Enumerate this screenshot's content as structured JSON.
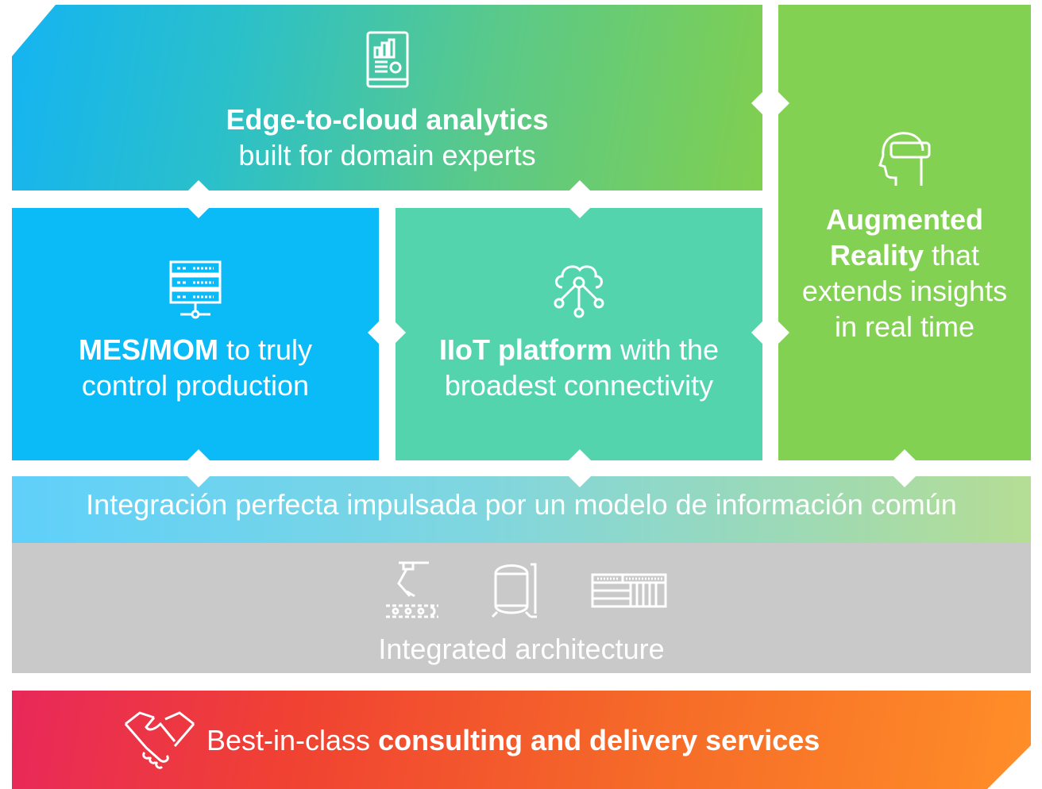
{
  "edge": {
    "title": "Edge-to-cloud analytics",
    "subtitle": "built for domain experts",
    "icon": "tablet-analytics-icon"
  },
  "mes": {
    "title": "MES/MOM",
    "rest": " to truly",
    "line2": "control production",
    "icon": "server-rack-icon"
  },
  "iiot": {
    "title": "IIoT platform",
    "rest": " with the",
    "line2": "broadest connectivity",
    "icon": "cloud-network-icon"
  },
  "ar": {
    "title1": "Augmented",
    "title2": "Reality",
    "rest2": " that",
    "line3": "extends insights",
    "line4": "in real time",
    "icon": "vr-headset-icon"
  },
  "integration": {
    "text": "Integración perfecta impulsada por un modelo de información común"
  },
  "architecture": {
    "text": "Integrated architecture",
    "icons": [
      "robot-arm-icon",
      "tank-icon",
      "controller-rack-icon"
    ]
  },
  "services": {
    "prefix": "Best-in-class ",
    "bold": "consulting and delivery services",
    "icon": "handshake-icon"
  },
  "colors": {
    "edge_start": "#14b4f2",
    "edge_end": "#80cf4f",
    "mes": "#0bbbf7",
    "iiot": "#53d4ad",
    "ar": "#83d152",
    "architecture": "#c9c9c9",
    "services_start": "#e8285a",
    "services_end": "#ff8e28"
  }
}
